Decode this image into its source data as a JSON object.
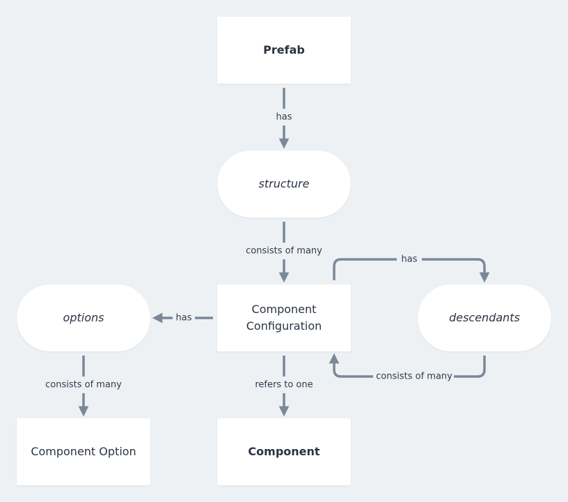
{
  "colors": {
    "background": "#eef1f4",
    "node": "#ffffff",
    "arrow": "#7a8898",
    "text": "#2a3440"
  },
  "nodes": {
    "prefab": {
      "label": "Prefab"
    },
    "structure": {
      "label": "structure"
    },
    "component_configuration": {
      "line1": "Component",
      "line2": "Configuration"
    },
    "options": {
      "label": "options"
    },
    "descendants": {
      "label": "descendants"
    },
    "component_option": {
      "label": "Component Option"
    },
    "component": {
      "label": "Component"
    }
  },
  "edges": {
    "prefab_structure": {
      "label": "has"
    },
    "structure_config": {
      "label": "consists of many"
    },
    "config_descendants": {
      "label": "has"
    },
    "descendants_config": {
      "label": "consists of many"
    },
    "config_options": {
      "label": "has"
    },
    "options_option": {
      "label": "consists of many"
    },
    "config_component": {
      "label": "refers to one"
    }
  }
}
